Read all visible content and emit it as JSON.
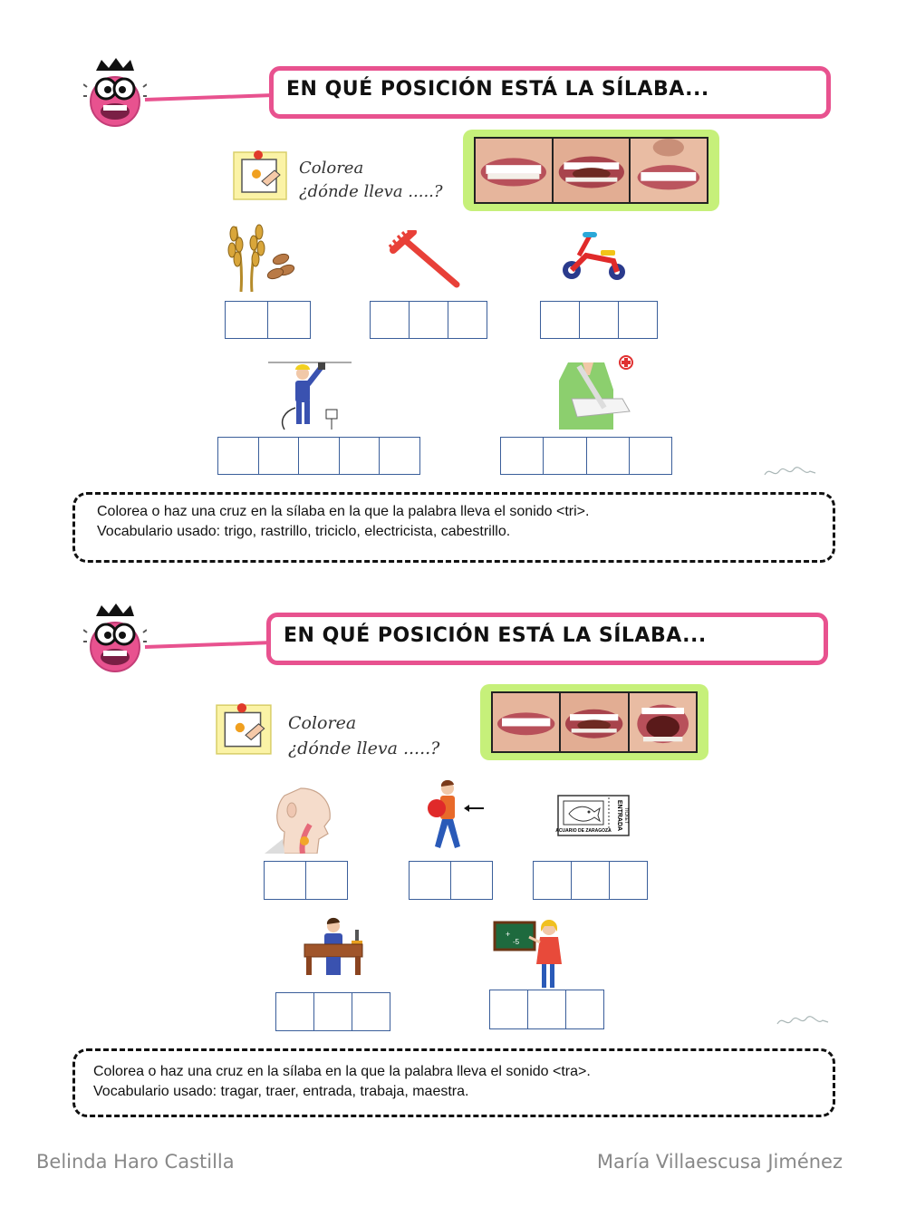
{
  "sections": [
    {
      "title": "EN QUÉ POSICIÓN ESTÁ LA SÍLABA...",
      "instruction_line1": "Colorea",
      "instruction_line2": "¿dónde lleva .....?",
      "description_line1": "Colorea o haz una cruz en  la sílaba en la que la palabra lleva el sonido <tri>.",
      "description_line2": "Vocabulario usado: trigo, rastrillo, triciclo, electricista, cabestrillo.",
      "words": [
        {
          "icon": "wheat-icon",
          "syllables": 2
        },
        {
          "icon": "rake-icon",
          "syllables": 3
        },
        {
          "icon": "tricycle-icon",
          "syllables": 3
        },
        {
          "icon": "electrician-icon",
          "syllables": 5
        },
        {
          "icon": "arm-sling-icon",
          "syllables": 4
        }
      ]
    },
    {
      "title": "EN QUÉ POSICIÓN ESTÁ LA SÍLABA...",
      "instruction_line1": "Colorea",
      "instruction_line2": "¿dónde lleva .....?",
      "description_line1": "Colorea o haz una cruz en  la sílaba en la que la palabra lleva el sonido <tra>.",
      "description_line2": "Vocabulario usado: tragar, traer, entrada, trabaja, maestra.",
      "words": [
        {
          "icon": "swallow-throat-icon",
          "syllables": 2
        },
        {
          "icon": "person-carrying-icon",
          "syllables": 2
        },
        {
          "icon": "ticket-icon",
          "syllables": 3
        },
        {
          "icon": "person-at-desk-icon",
          "syllables": 3
        },
        {
          "icon": "teacher-blackboard-icon",
          "syllables": 3
        }
      ]
    }
  ],
  "ticket": {
    "line1": "ENTRADA",
    "line2": "TICKET",
    "line3": "ACUARIO DE ZARAGOZA"
  },
  "authors": {
    "left": "Belinda Haro Castilla",
    "right": "María Villaescusa Jiménez"
  },
  "colors": {
    "bubble_border": "#e8528f",
    "mouth_frame": "#c6f07a",
    "syllable_box": "#3a5e9a",
    "mascot": "#e8528f"
  }
}
